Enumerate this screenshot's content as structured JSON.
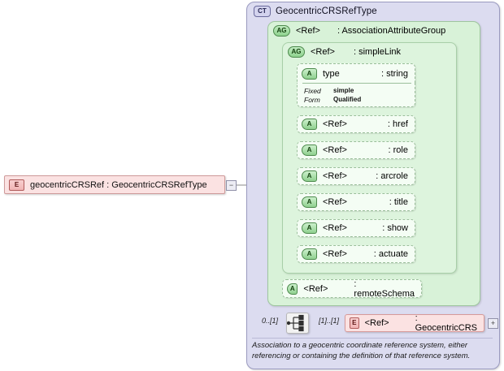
{
  "diagram": {
    "root_element": {
      "badge": "E",
      "badge_icon": "element-icon",
      "name": "geocentricCRSRef",
      "type": "GeocentricCRSRefType",
      "label": "geocentricCRSRef  :  GeocentricCRSRefType",
      "toggle": "−"
    },
    "complex_type": {
      "badge": "CT",
      "badge_icon": "complex-type-icon",
      "title": "GeocentricCRSRefType"
    },
    "attribute_group_outer": {
      "badge": "AG",
      "badge_icon": "attribute-group-icon",
      "ref": "<Ref>",
      "type": ": AssociationAttributeGroup"
    },
    "attribute_group_inner": {
      "badge": "AG",
      "badge_icon": "attribute-group-icon",
      "ref": "<Ref>",
      "type": ": simpleLink"
    },
    "type_attribute": {
      "badge": "A",
      "badge_icon": "attribute-icon",
      "name": "type",
      "type": ": string",
      "facets": [
        {
          "key": "Fixed",
          "value": "simple"
        },
        {
          "key": "Form",
          "value": "Qualified"
        }
      ]
    },
    "attributes": [
      {
        "badge": "A",
        "ref": "<Ref>",
        "type": ": href"
      },
      {
        "badge": "A",
        "ref": "<Ref>",
        "type": ": role"
      },
      {
        "badge": "A",
        "ref": "<Ref>",
        "type": ": arcrole"
      },
      {
        "badge": "A",
        "ref": "<Ref>",
        "type": ": title"
      },
      {
        "badge": "A",
        "ref": "<Ref>",
        "type": ": show"
      },
      {
        "badge": "A",
        "ref": "<Ref>",
        "type": ": actuate"
      }
    ],
    "remote_schema": {
      "badge": "A",
      "ref": "<Ref>",
      "type": ": remoteSchema"
    },
    "sequence": {
      "icon": "sequence-compositor-icon",
      "cardinality_left": "0..[1]",
      "cardinality_right": "[1]..[1]"
    },
    "child_element": {
      "badge": "E",
      "badge_icon": "element-icon",
      "ref": "<Ref>",
      "type": ": GeocentricCRS",
      "toggle": "+"
    },
    "annotation": "Association to a geocentric coordinate reference system, either referencing or containing the definition of that reference system."
  },
  "colors": {
    "complex_type_panel": "#dcdcf0",
    "attribute_group_panel": "#d8f2d8",
    "element_box": "#fbe2e2",
    "attribute_row": "#f4fdf4",
    "canvas": "#ffffff"
  }
}
